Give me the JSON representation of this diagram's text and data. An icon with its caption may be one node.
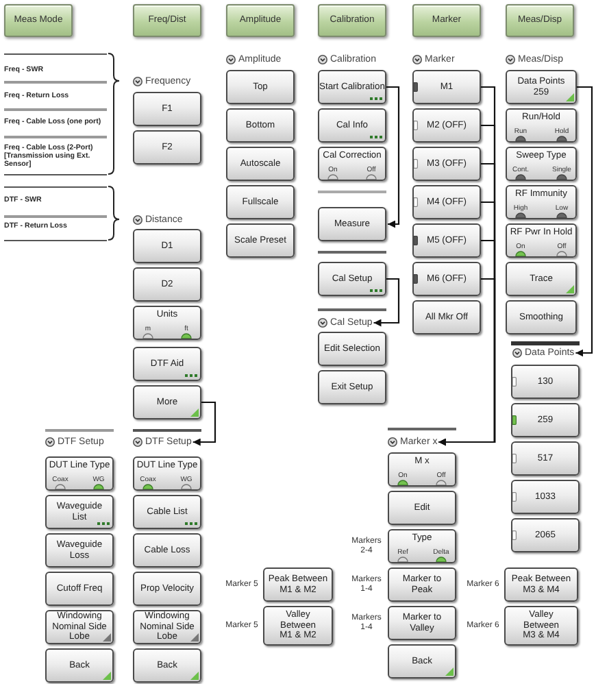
{
  "diagram": {
    "nodes": [
      {
        "text": [
          "Meas Mode"
        ]
      },
      {
        "text": [
          "Freq/Dist"
        ]
      },
      {
        "text": [
          "Amplitude"
        ]
      },
      {
        "text": [
          "Calibration"
        ]
      },
      {
        "text": [
          "Marker"
        ]
      },
      {
        "text": [
          "Meas/Disp"
        ]
      },
      {
        "text": [
          "F1"
        ]
      },
      {
        "text": [
          "F2"
        ]
      },
      {
        "text": [
          "D1"
        ]
      },
      {
        "text": [
          "D2"
        ]
      },
      {
        "text": [
          "Units",
          "m",
          "ft"
        ]
      },
      {
        "text": [
          "DTF Aid"
        ]
      },
      {
        "text": [
          "More"
        ]
      },
      {
        "text": [
          "DUT Line Type",
          "Coax",
          "WG"
        ]
      },
      {
        "text": [
          "Waveguide List"
        ]
      },
      {
        "text": [
          "Waveguide Loss"
        ]
      },
      {
        "text": [
          "Cutoff Freq"
        ]
      },
      {
        "text": [
          "Windowing Nominal Side Lobe"
        ]
      },
      {
        "text": [
          "Back"
        ]
      },
      {
        "text": [
          "DTF Setup"
        ]
      },
      {
        "text": [
          "DUT Line Type",
          "Coax",
          "WG"
        ]
      },
      {
        "text": [
          "Cable List"
        ]
      },
      {
        "text": [
          "Cable Loss"
        ]
      },
      {
        "text": [
          "Prop Velocity"
        ]
      },
      {
        "text": [
          "Windowing Nominal Side Lobe"
        ]
      },
      {
        "text": [
          "Back"
        ]
      },
      {
        "text": [
          "Top"
        ]
      },
      {
        "text": [
          "Bottom"
        ]
      },
      {
        "text": [
          "Autoscale"
        ]
      },
      {
        "text": [
          "Fullscale"
        ]
      },
      {
        "text": [
          "Scale Preset"
        ]
      },
      {
        "text": [
          "Start Calibration"
        ]
      },
      {
        "text": [
          "Cal Info"
        ]
      },
      {
        "text": [
          "Cal Correction",
          "On",
          "Off"
        ]
      },
      {
        "text": [
          "Measure"
        ]
      },
      {
        "text": [
          "Cal Setup"
        ]
      },
      {
        "text": [
          "Cal Setup"
        ]
      },
      {
        "text": [
          "Edit Selection"
        ]
      },
      {
        "text": [
          "Exit Setup"
        ]
      },
      {
        "text": [
          "Peak Between M1 & M2"
        ],
        "beside": [
          "Marker 5"
        ]
      },
      {
        "text": [
          "Valley Between M1 & M2"
        ],
        "beside": [
          "Marker 5"
        ]
      },
      {
        "text": [
          "M1"
        ]
      },
      {
        "text": [
          "M2 (OFF)"
        ]
      },
      {
        "text": [
          "M3 (OFF)"
        ]
      },
      {
        "text": [
          "M4 (OFF)"
        ]
      },
      {
        "text": [
          "M5 (OFF)"
        ]
      },
      {
        "text": [
          "M6 (OFF)"
        ]
      },
      {
        "text": [
          "All Mkr Off"
        ]
      },
      {
        "text": [
          "Marker x"
        ]
      },
      {
        "text": [
          "M x",
          "On",
          "Off"
        ]
      },
      {
        "text": [
          "Edit"
        ]
      },
      {
        "text": [
          "Type",
          "Ref",
          "Delta"
        ],
        "beside": [
          "Markers 2-4"
        ]
      },
      {
        "text": [
          "Marker to Peak"
        ],
        "beside": [
          "Markers 1-4"
        ]
      },
      {
        "text": [
          "Marker to Valley"
        ],
        "beside": [
          "Markers 1-4"
        ]
      },
      {
        "text": [
          "Back"
        ]
      },
      {
        "text": [
          "Data Points",
          "259"
        ]
      },
      {
        "text": [
          "Run/Hold",
          "Run",
          "Hold"
        ]
      },
      {
        "text": [
          "Sweep Type",
          "Cont.",
          "Single"
        ]
      },
      {
        "text": [
          "RF Immunity",
          "High",
          "Low"
        ]
      },
      {
        "text": [
          "RF Pwr In Hold",
          "On",
          "Off"
        ]
      },
      {
        "text": [
          "Trace"
        ]
      },
      {
        "text": [
          "Smoothing"
        ]
      },
      {
        "text": [
          "Data Points"
        ]
      },
      {
        "text": [
          "130"
        ]
      },
      {
        "text": [
          "259"
        ]
      },
      {
        "text": [
          "517"
        ]
      },
      {
        "text": [
          "1033"
        ]
      },
      {
        "text": [
          "2065"
        ]
      },
      {
        "text": [
          "Peak Between M3 & M4"
        ],
        "beside": [
          "Marker 6"
        ]
      },
      {
        "text": [
          "Valley Between M3 & M4"
        ],
        "beside": [
          "Marker 6"
        ]
      }
    ],
    "edges": [
      {
        "from": 12,
        "to": 19,
        "arrow": "to"
      },
      {
        "from": 31,
        "to": 34,
        "arrow": "to"
      },
      {
        "from": 35,
        "to": 36,
        "arrow": "to"
      },
      {
        "from": 41,
        "to": 48,
        "arrow": "to"
      },
      {
        "from": 42,
        "to": 48,
        "arrow": "to"
      },
      {
        "from": 43,
        "to": 48,
        "arrow": "to"
      },
      {
        "from": 44,
        "to": 48,
        "arrow": "to"
      },
      {
        "from": 45,
        "to": 48,
        "arrow": "to"
      },
      {
        "from": 46,
        "to": 48,
        "arrow": "to"
      },
      {
        "from": 55,
        "to": 62,
        "arrow": "to"
      }
    ],
    "labels": [
      "Freq - SWR",
      "Freq - Return Loss",
      "Freq - Cable Loss (one port)",
      "Freq - Cable Loss (2-Port) [Transmission using Ext. Sensor]",
      "DTF - SWR",
      "DTF - Return Loss",
      "Frequency",
      "Distance",
      "DTF Setup",
      "Amplitude",
      "Calibration",
      "Marker",
      "Meas/Disp"
    ]
  }
}
